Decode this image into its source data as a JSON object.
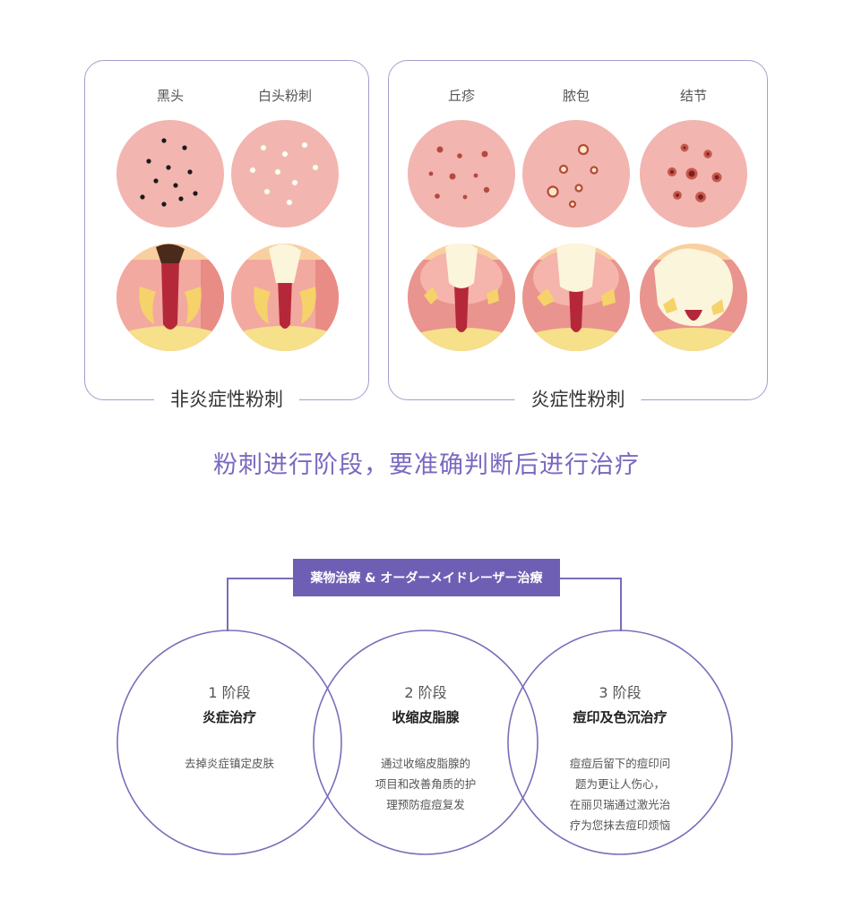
{
  "panels": {
    "non_inflammatory": {
      "title": "非炎症性粉刺",
      "stages": [
        "黑头",
        "白头粉刺"
      ]
    },
    "inflammatory": {
      "title": "炎症性粉刺",
      "stages": [
        "丘疹",
        "脓包",
        "结节"
      ]
    }
  },
  "headline": "粉刺进行阶段，要准确判断后进行治疗",
  "treatment_label": "薬物治療 & オーダーメイドレーザー治療",
  "steps": [
    {
      "num": "1 阶段",
      "name": "炎症治疗",
      "desc_lines": [
        "去掉炎症镇定皮肤"
      ]
    },
    {
      "num": "2 阶段",
      "name": "收缩皮脂腺",
      "desc_lines": [
        "通过收缩皮脂腺的",
        "项目和改善角质的护",
        "理预防痘痘复发"
      ]
    },
    {
      "num": "3 阶段",
      "name": "痘印及色沉治疗",
      "desc_lines": [
        "痘痘后留下的痘印问",
        "题为更让人伤心，",
        "在丽贝瑞通过激光治",
        "疗为您抹去痘印烦恼"
      ]
    }
  ],
  "colors": {
    "accent": "#7b68c0",
    "panel_border": "#a79ccb",
    "skin": "#f2b5b0",
    "treatment_bg": "#6f5fb4"
  }
}
